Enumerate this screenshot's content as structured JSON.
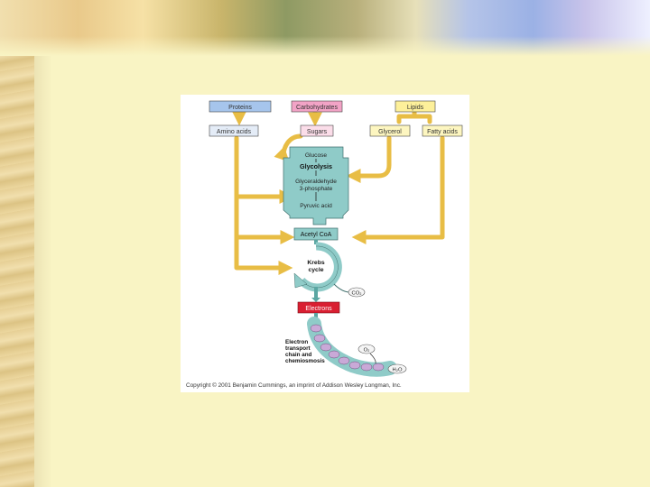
{
  "diagram": {
    "sources": {
      "proteins": "Proteins",
      "carbohydrates": "Carbohydrates",
      "lipids": "Lipids"
    },
    "products": {
      "amino_acids": "Amino acids",
      "sugars": "Sugars",
      "glycerol": "Glycerol",
      "fatty_acids": "Fatty acids"
    },
    "glycolysis_block": {
      "glucose": "Glucose",
      "glycolysis": "Glycolysis",
      "g3p_line1": "Glyceraldehyde",
      "g3p_line2": "3-phosphate",
      "pyruvic_acid": "Pyruvic acid"
    },
    "acetyl_coa": "Acetyl CoA",
    "krebs_line1": "Krebs",
    "krebs_line2": "cycle",
    "co2": "CO₂",
    "electrons": "Electrons",
    "etc_lines": [
      "Electron",
      "transport",
      "chain and",
      "chemiosmosis"
    ],
    "o2": "O₂",
    "h2o": "H₂O",
    "copyright": "Copyright © 2001 Benjamin Cummings, an imprint of Addison Wesley Longman, Inc."
  },
  "colors": {
    "slide_background": "#f9f4c4",
    "arrow": "#e8bd45",
    "protein_box": "#a6c5ec",
    "carbohydrate_box": "#f2a3c6",
    "lipid_box": "#fdf09a",
    "teal_block": "#8fcbc8",
    "electrons_box": "#d91f31"
  }
}
